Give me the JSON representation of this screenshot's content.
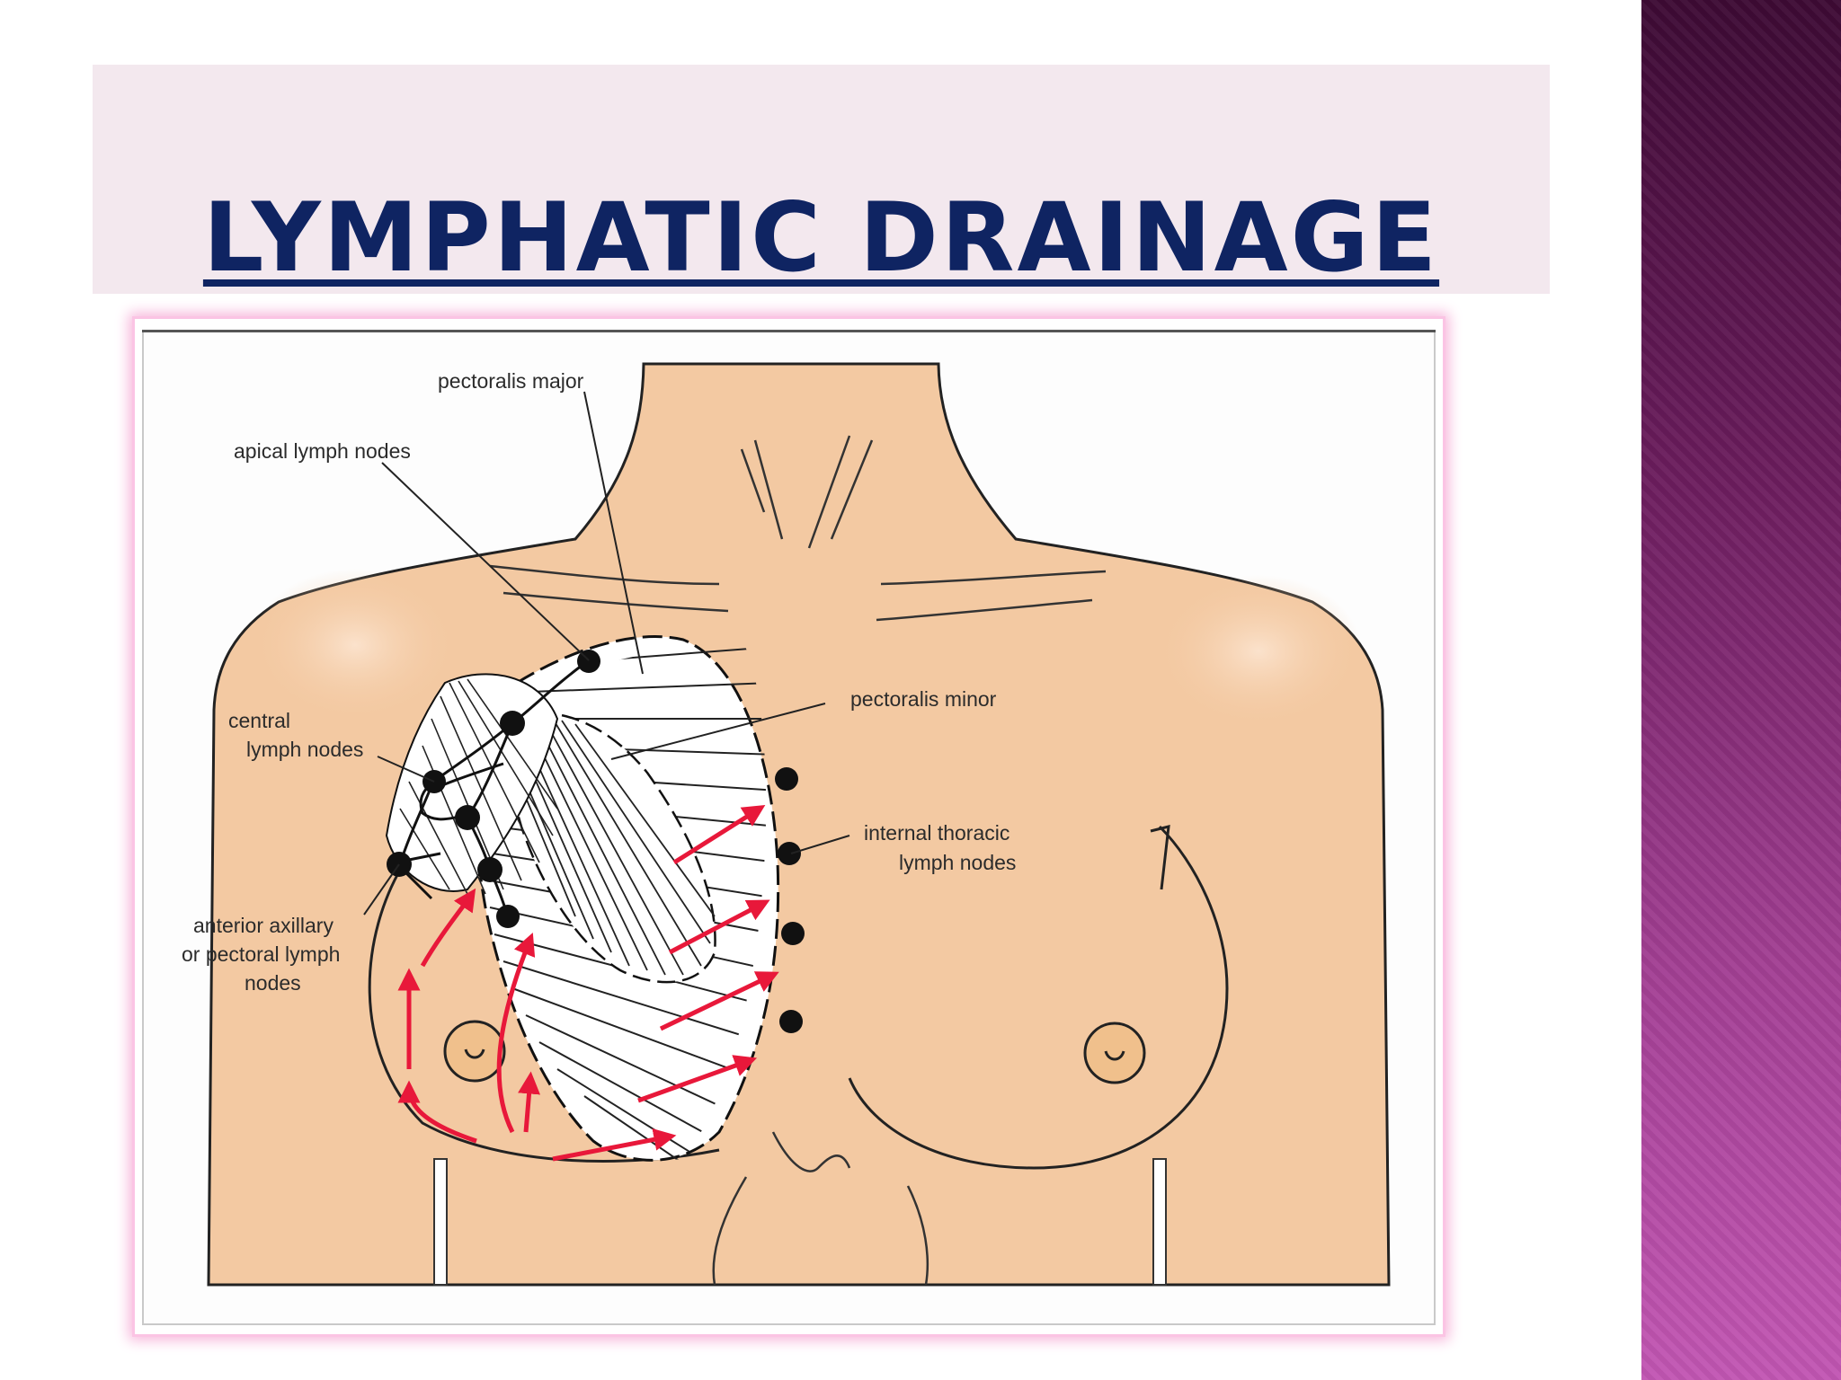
{
  "slide": {
    "title": "LYMPHATIC DRAINAGE"
  },
  "diagram": {
    "labels": {
      "pectoralis_major": "pectoralis major",
      "apical_lymph_nodes": "apical lymph nodes",
      "central_1": "central",
      "central_2": "lymph nodes",
      "pectoralis_minor": "pectoralis minor",
      "internal_thoracic_1": "internal thoracic",
      "internal_thoracic_2": "lymph nodes",
      "anterior_axillary_1": "anterior axillary",
      "anterior_axillary_2": "or pectoral lymph",
      "anterior_axillary_3": "nodes"
    },
    "colors": {
      "skin": "#f3c9a2",
      "arrow": "#e8183a",
      "node": "#111111",
      "title": "#0f2462",
      "side_bar": "#8a2c7c"
    }
  }
}
